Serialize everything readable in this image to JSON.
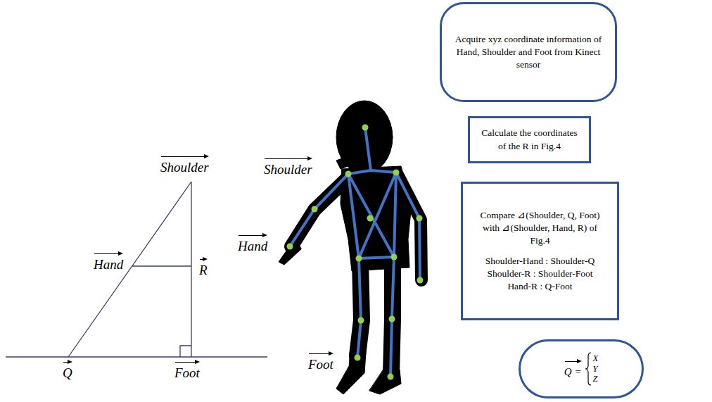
{
  "diagram": {
    "nodes": [
      {
        "text": [
          "Acquire xyz coordinate information of Hand, Shoulder and Foot from Kinect sensor"
        ]
      },
      {
        "text": [
          "Calculate the coordinates of the R in Fig.4"
        ]
      },
      {
        "text": [
          "Compare ⊿(Shoulder, Q, Foot) with ⊿(Shoulder, Hand, R) of Fig.4",
          "Shoulder-Hand : Shoulder-Q",
          "Shoulder-R : Shoulder-Foot",
          "Hand-R : Q-Foot"
        ]
      },
      {
        "text": [
          "Q =",
          "X",
          "Y",
          "Z"
        ]
      }
    ],
    "edges": [
      {
        "from": 0,
        "to": 1,
        "arrow": "to"
      },
      {
        "from": 1,
        "to": 2,
        "arrow": "to"
      },
      {
        "from": 2,
        "to": 3,
        "arrow": "to"
      }
    ],
    "labels": [
      "Shoulder",
      "Hand",
      "R",
      "Q",
      "Foot",
      "Shoulder",
      "Hand",
      "Foot"
    ]
  }
}
